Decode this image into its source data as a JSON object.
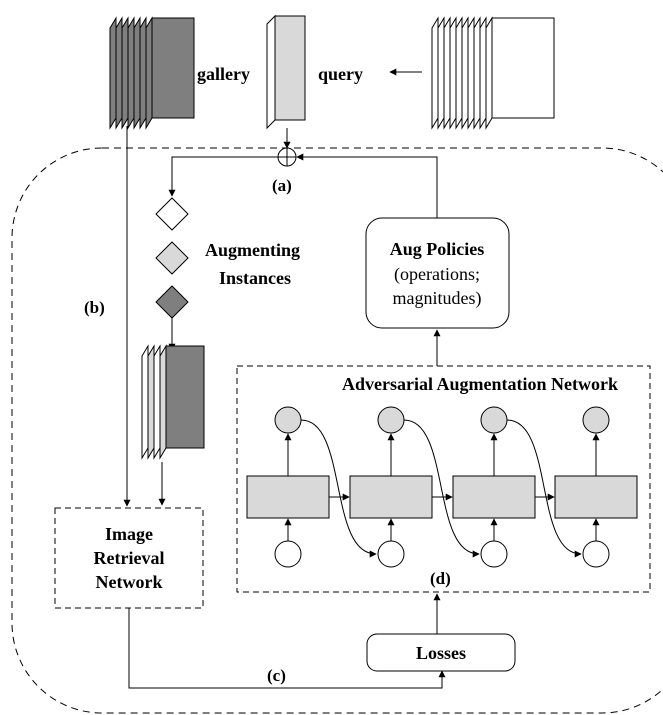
{
  "labels": {
    "gallery": "gallery",
    "query": "query",
    "a": "(a)",
    "b": "(b)",
    "c": "(c)",
    "d": "(d)",
    "augmenting_line1": "Augmenting",
    "augmenting_line2": "Instances",
    "aug_policies_title": "Aug Policies",
    "aug_policies_line2": "(operations;",
    "aug_policies_line3": "magnitudes)",
    "adversarial_title": "Adversarial Augmentation Network",
    "retrieval_line1": "Image",
    "retrieval_line2": "Retrieval",
    "retrieval_line3": "Network",
    "losses": "Losses"
  },
  "colors": {
    "dark_gray": "#7f7f7f",
    "light_gray": "#d9d9d9",
    "white": "#ffffff",
    "stroke": "#000000"
  }
}
